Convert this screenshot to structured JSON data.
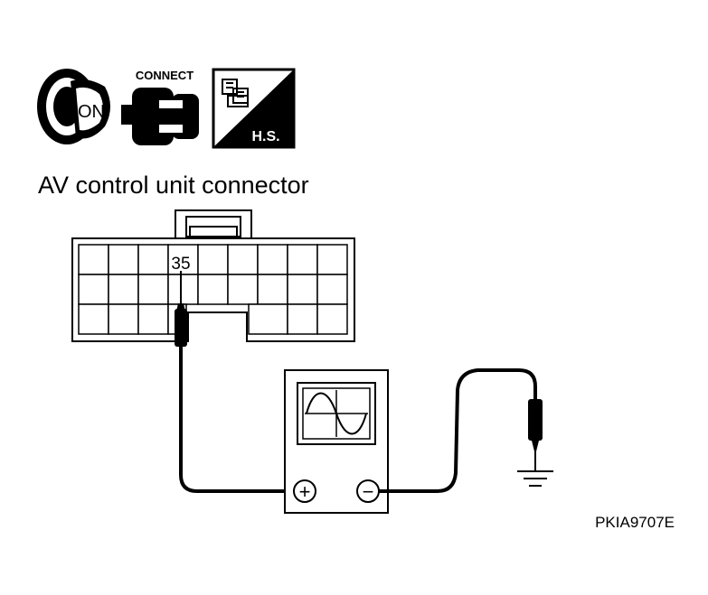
{
  "header_icons": {
    "ignition_label": "ON",
    "connect_label": "CONNECT",
    "harness_label": "H.S."
  },
  "title": "AV control unit connector",
  "connector": {
    "terminal_label": "35",
    "rows": 3,
    "columns": 9
  },
  "meter": {
    "positive_symbol": "+",
    "negative_symbol": "−"
  },
  "figure_code": "PKIA9707E"
}
